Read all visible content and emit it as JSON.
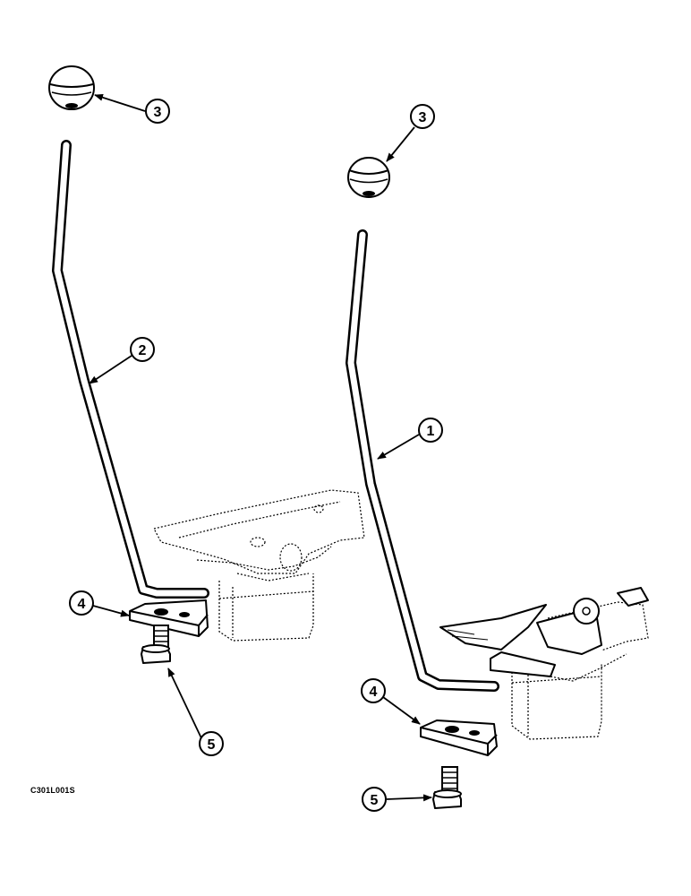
{
  "drawing_code": "C301L001S",
  "callouts": {
    "left_knob": "3",
    "left_lever": "2",
    "left_plate": "4",
    "left_bolt": "5",
    "right_knob": "3",
    "right_lever": "1",
    "right_plate": "4",
    "right_bolt": "5"
  }
}
